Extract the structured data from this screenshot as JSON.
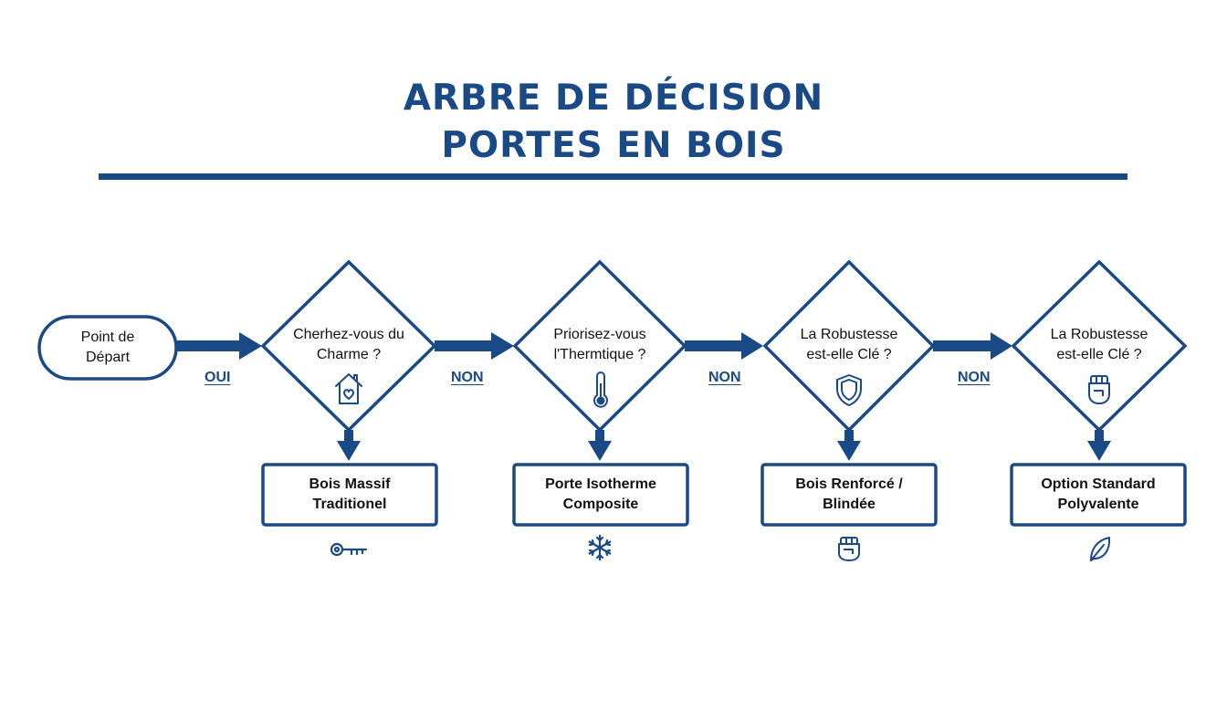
{
  "title": {
    "line1": "ARBRE DE DÉCISION",
    "line2": "PORTES EN BOIS"
  },
  "colors": {
    "primary": "#1a4a86",
    "text": "#111111",
    "background": "#ffffff"
  },
  "start": {
    "line1": "Point de",
    "line2": "Départ"
  },
  "edges": [
    "OUI",
    "NON",
    "NON",
    "NON"
  ],
  "decisions": [
    {
      "line1": "Cherhez-vous du",
      "line2": "Charme ?",
      "icon": "house-heart-icon"
    },
    {
      "line1": "Priorisez-vous",
      "line2": "l'Thermtique ?",
      "icon": "thermometer-icon"
    },
    {
      "line1": "La Robustesse",
      "line2": "est-elle Clé ?",
      "icon": "shield-icon"
    },
    {
      "line1": "La Robustesse",
      "line2": "est-elle Clé ?",
      "icon": "fist-icon"
    }
  ],
  "results": [
    {
      "line1": "Bois Massif",
      "line2": "Traditionel",
      "icon": "key-icon"
    },
    {
      "line1": "Porte Isotherme",
      "line2": "Composite",
      "icon": "snowflake-icon"
    },
    {
      "line1": "Bois Renforcé /",
      "line2": "Blindée",
      "icon": "fist-icon"
    },
    {
      "line1": "Option Standard",
      "line2": "Polyvalente",
      "icon": "leaf-icon"
    }
  ]
}
